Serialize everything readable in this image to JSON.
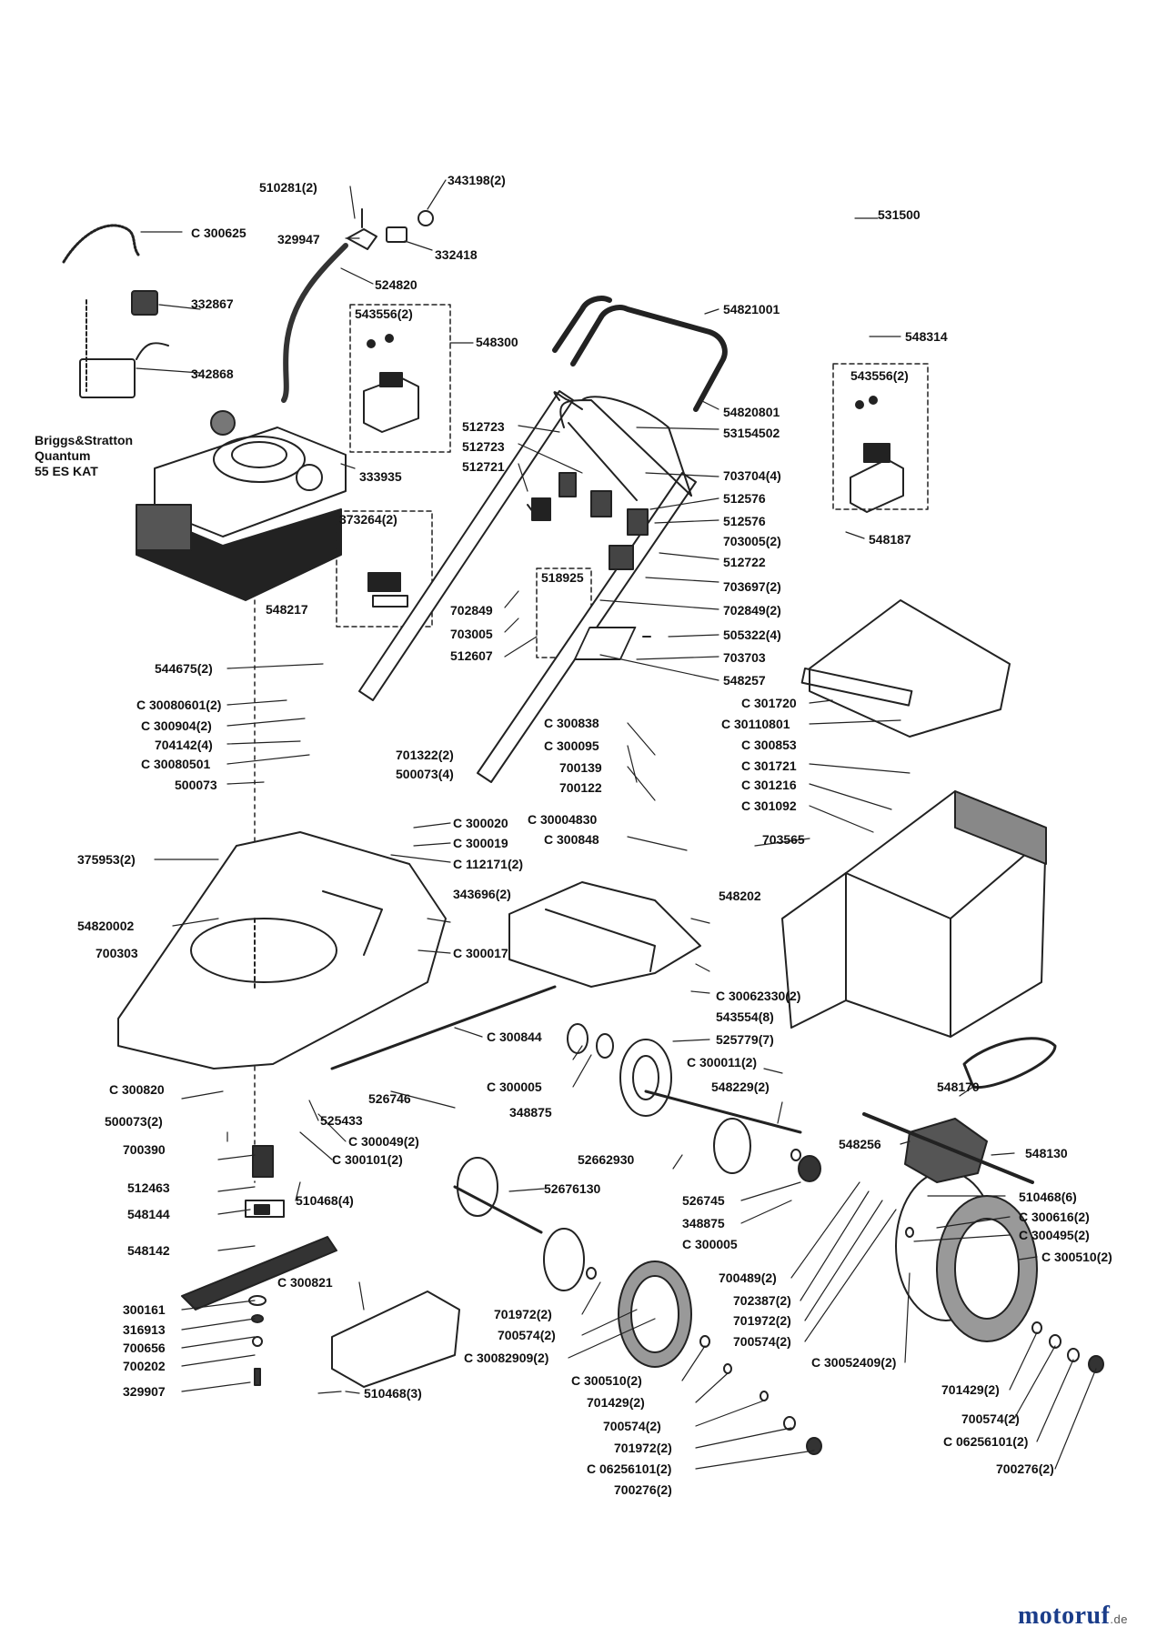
{
  "engine_label": [
    "Briggs&Stratton",
    "Quantum",
    "55 ES KAT"
  ],
  "watermark": {
    "text": "motoruf",
    "suffix": ".de",
    "color_main": "#1b3d8a",
    "color_accent": "#e2891b"
  },
  "labels": [
    "510281(2)",
    "343198(2)",
    "C 300625",
    "329947",
    "332418",
    "531500",
    "524820",
    "332867",
    "54821001",
    "543556(2)",
    "548300",
    "548314",
    "342868",
    "543556(2)",
    "54820801",
    "512723",
    "53154502",
    "512723",
    "512721",
    "703704(4)",
    "333935",
    "512576",
    "373264(2)",
    "512576",
    "703005(2)",
    "548187",
    "512722",
    "518925",
    "703697(2)",
    "702849",
    "702849(2)",
    "548217",
    "703005",
    "505322(4)",
    "512607",
    "703703",
    "544675(2)",
    "548257",
    "C 30080601(2)",
    "C 301720",
    "C 30110801",
    "C 300904(2)",
    "C 300838",
    "704142(4)",
    "C 300095",
    "701322(2)",
    "C 300853",
    "C 30080501",
    "500073(4)",
    "700139",
    "C 301721",
    "500073",
    "700122",
    "C 301216",
    "C 301092",
    "C 300020",
    "C 30004830",
    "C 300019",
    "C 300848",
    "703565",
    "375953(2)",
    "C 112171(2)",
    "343696(2)",
    "548202",
    "54820002",
    "700303",
    "C 300017",
    "C 30062330(2)",
    "543554(8)",
    "C 300844",
    "525779(7)",
    "C 300005",
    "C 300011(2)",
    "348875",
    "548170",
    "C 300820",
    "526746",
    "548229(2)",
    "525433",
    "500073(2)",
    "C 300049(2)",
    "548256",
    "548130",
    "700390",
    "C 300101(2)",
    "52662930",
    "512463",
    "510468(4)",
    "52676130",
    "510468(6)",
    "526745",
    "C 300616(2)",
    "548144",
    "348875",
    "C 300495(2)",
    "C 300005",
    "548142",
    "C 300510(2)",
    "C 300821",
    "700489(2)",
    "300161",
    "702387(2)",
    "701972(2)",
    "316913",
    "701972(2)",
    "700574(2)",
    "700656",
    "700574(2)",
    "C 30082909(2)",
    "700202",
    "C 30052409(2)",
    "C 300510(2)",
    "329907",
    "510468(3)",
    "701429(2)",
    "701429(2)",
    "700574(2)",
    "700574(2)",
    "701972(2)",
    "C 06256101(2)",
    "C 06256101(2)",
    "700276(2)",
    "700276(2)"
  ]
}
